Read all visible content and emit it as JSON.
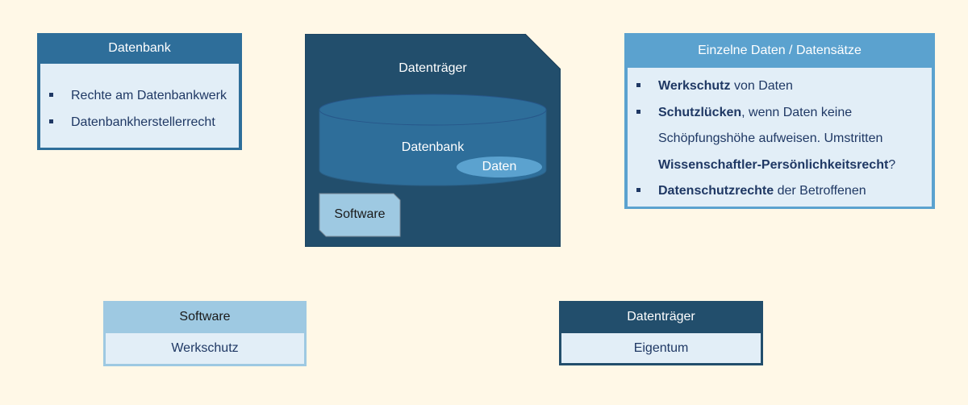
{
  "datenbank_card": {
    "title": "Datenbank",
    "items": [
      "Rechte am Datenbankwerk",
      "Datenbankherstellerrecht"
    ]
  },
  "carrier_diagram": {
    "carrier_label": "Datenträger",
    "database_label": "Datenbank",
    "data_label": "Daten",
    "software_label": "Software"
  },
  "datensaetze_card": {
    "title": "Einzelne Daten / Datensätze",
    "items": [
      {
        "bullet": true,
        "bold": "Werkschutz",
        "text": " von Daten"
      },
      {
        "bullet": true,
        "bold": "Schutzlücken",
        "text": ", wenn Daten keine"
      },
      {
        "bullet": false,
        "bold": "",
        "text": "Schöpfungshöhe aufweisen. Umstritten"
      },
      {
        "bullet": false,
        "bold": "Wissenschaftler-Persönlichkeitsrecht",
        "text": "?"
      },
      {
        "bullet": true,
        "bold": "Datenschutzrechte",
        "text": " der Betroffenen"
      }
    ]
  },
  "software_card": {
    "title": "Software",
    "content": "Werkschutz"
  },
  "datentraeger_card": {
    "title": "Datenträger",
    "content": "Eigentum"
  },
  "colors": {
    "background": "#fff8e7",
    "dark_blue": "#224e6c",
    "mid_blue": "#2e6e9a",
    "light_blue": "#5ba2cf",
    "pale_blue": "#9ec9e2",
    "panel_fill": "#e2eef7",
    "text_navy": "#1f3864"
  }
}
